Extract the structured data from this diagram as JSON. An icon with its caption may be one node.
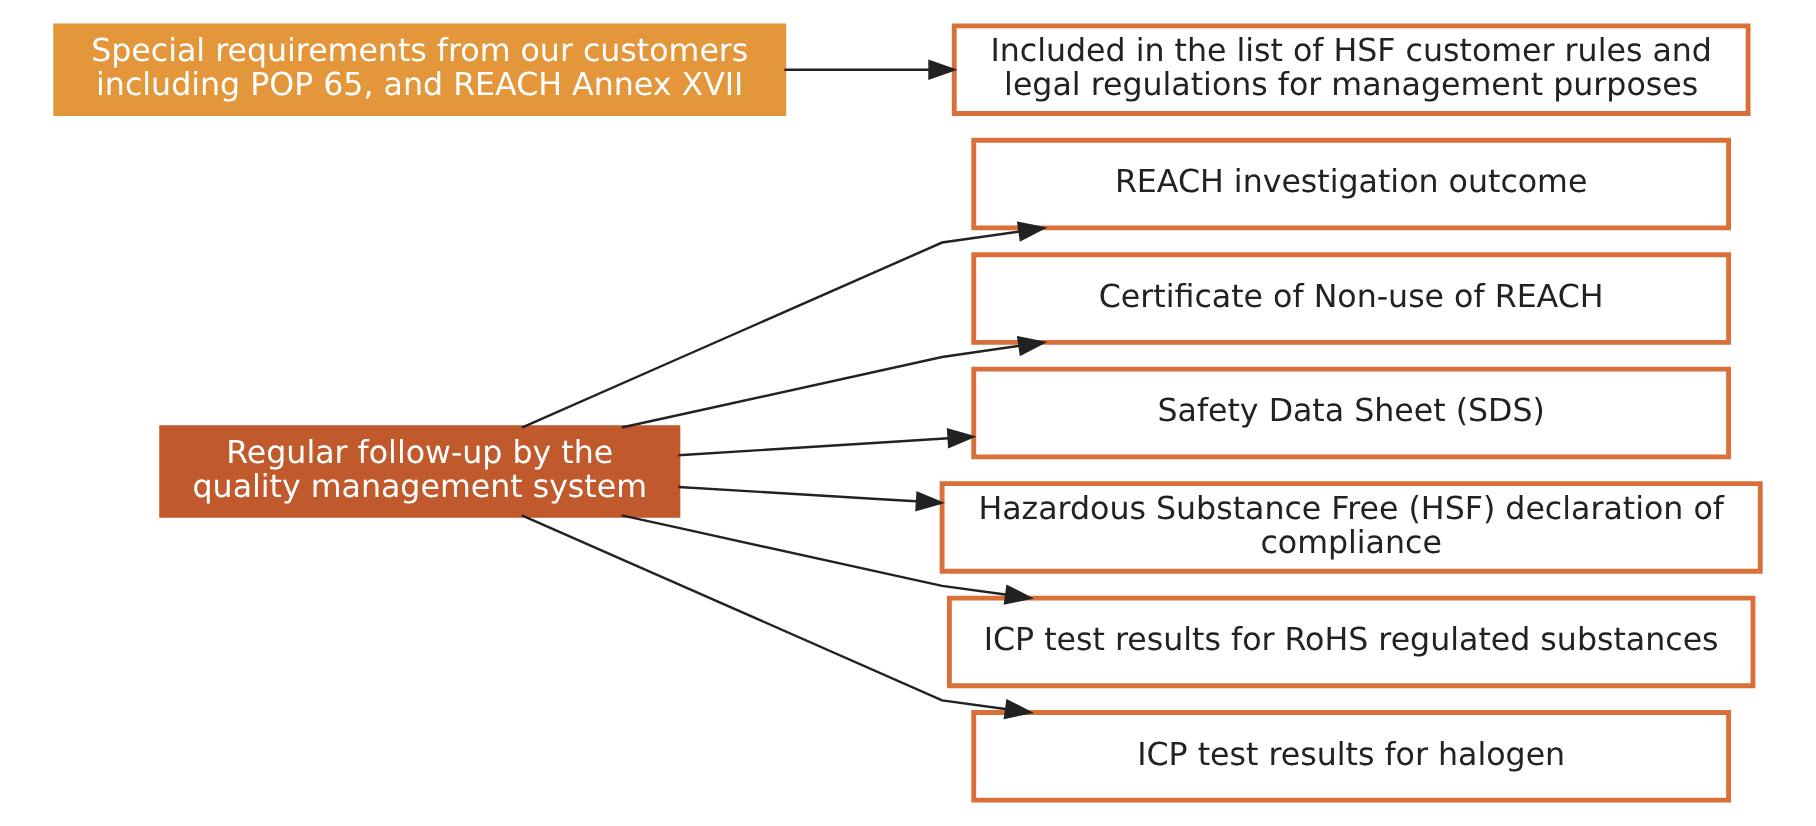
{
  "diagram": {
    "nodes": [
      {
        "text": [
          "Regular follow-up by the quality management system"
        ]
      },
      {
        "text": [
          "Special requirements from our customers",
          "including POP 65, and REACH Annex XVII"
        ]
      },
      {
        "text": [
          "REACH investigation outcome"
        ]
      },
      {
        "text": [
          "Certificate of Non-use of REACH"
        ]
      },
      {
        "text": [
          "Safety Data Sheet (SDS)"
        ]
      },
      {
        "text": [
          "Hazardous Substance Free (HSF) declaration of compliance"
        ]
      },
      {
        "text": [
          "ICP test results for RoHS regulated substances"
        ]
      },
      {
        "text": [
          "ICP test results for halogen"
        ]
      },
      {
        "text": [
          "Included in the list of HSF customer rules and legal regulations for management purposes"
        ]
      }
    ],
    "edges": [
      {
        "from": 0,
        "to": 2,
        "arrow": "to"
      },
      {
        "from": 0,
        "to": 3,
        "arrow": "to"
      },
      {
        "from": 0,
        "to": 4,
        "arrow": "to"
      },
      {
        "from": 0,
        "to": 5,
        "arrow": "to"
      },
      {
        "from": 0,
        "to": 6,
        "arrow": "to"
      },
      {
        "from": 0,
        "to": 7,
        "arrow": "to"
      },
      {
        "from": 1,
        "to": 8,
        "arrow": "to"
      }
    ]
  }
}
